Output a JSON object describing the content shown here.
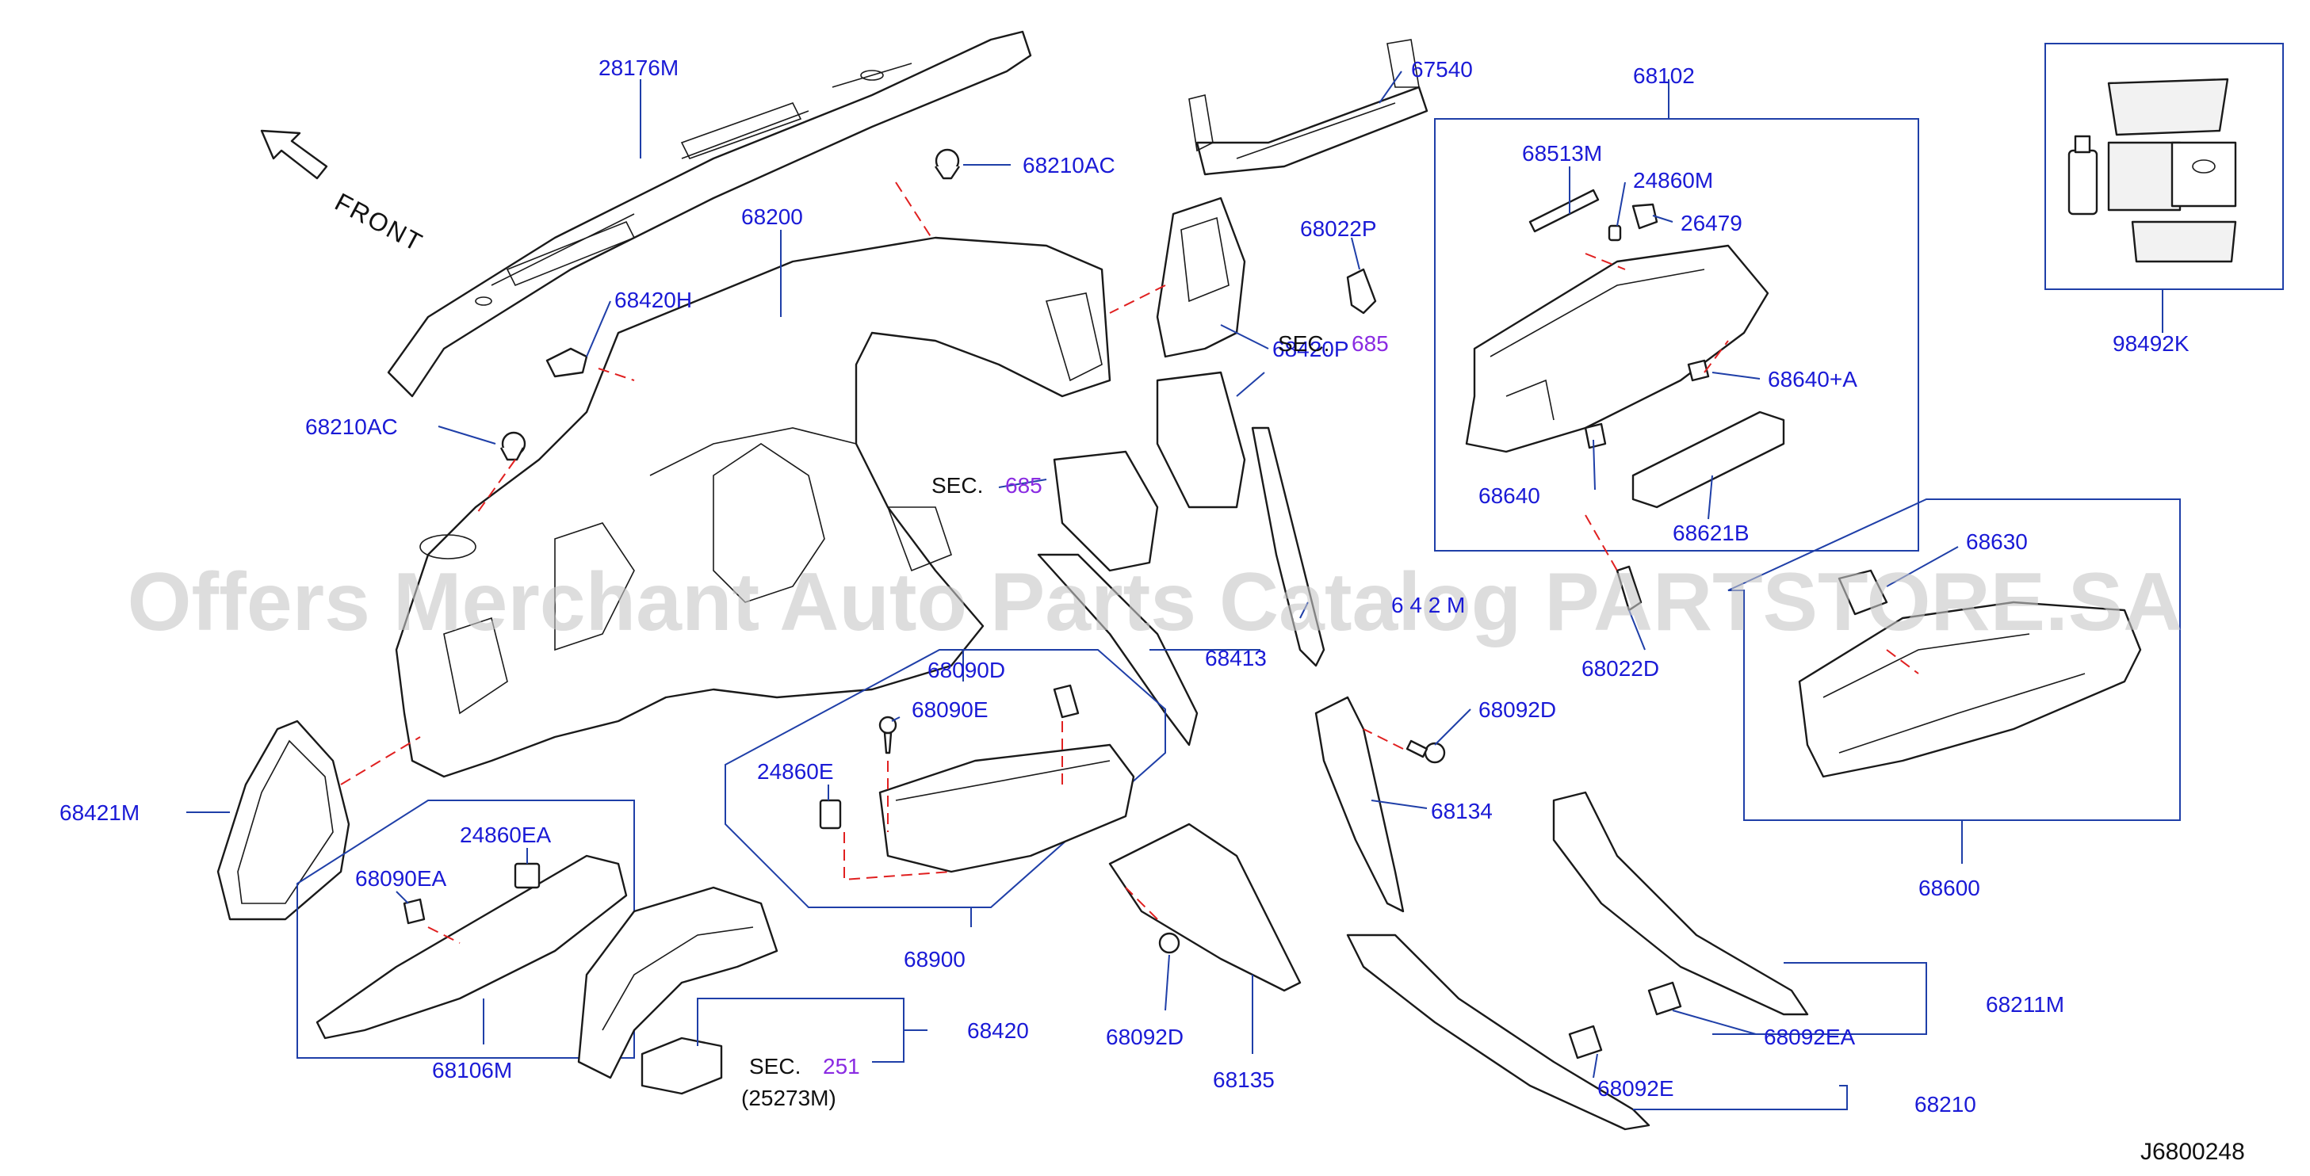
{
  "front_label": "FRONT",
  "watermark": "Offers Merchant Auto Parts Catalog PARTSTORE.SA",
  "diagram_ref": "J6800248",
  "sec_prefix": "SEC.",
  "parts": {
    "p28176M": "28176M",
    "p68210AC_top": "68210AC",
    "p68200": "68200",
    "p68420H": "68420H",
    "p68210AC_left": "68210AC",
    "p67540": "67540",
    "p68022P": "68022P",
    "p68420P": "68420P",
    "p68102": "68102",
    "p68513M": "68513M",
    "p24860M": "24860M",
    "p26479": "26479",
    "p68640A": "68640+A",
    "p68640": "68640",
    "p68621B": "68621B",
    "p68022D": "68022D",
    "p98492K": "98492K",
    "p68630": "68630",
    "p68600": "68600",
    "p68413": "68413",
    "p68412M_partial": "6 4 2 M",
    "p68090D": "68090D",
    "p68090E": "68090E",
    "p24860E": "24860E",
    "p68900": "68900",
    "p68421M": "68421M",
    "p24860EA": "24860EA",
    "p68090EA": "68090EA",
    "p68106M": "68106M",
    "p68420": "68420",
    "p25273M": "(25273M)",
    "p68092D_top": "68092D",
    "p68134": "68134",
    "p68092D_bottom": "68092D",
    "p68135": "68135",
    "p68211M": "68211M",
    "p68092EA": "68092EA",
    "p68092E": "68092E",
    "p68210": "68210"
  },
  "sections": {
    "sec685_a": "685",
    "sec685_b": "685",
    "sec251": "251"
  },
  "colors": {
    "label_blue": "#1a1ad6",
    "leader_blue": "#1f3fa8",
    "section_purple": "#8a2be2",
    "guide_red": "#e02020"
  }
}
